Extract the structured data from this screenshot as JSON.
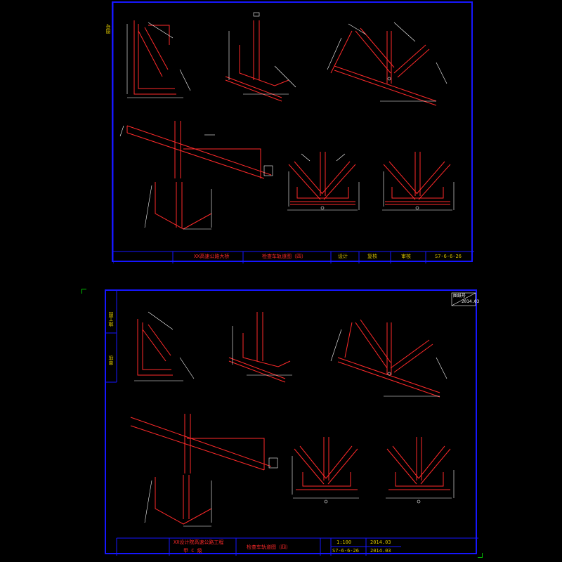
{
  "colors": {
    "border": "#1616ff",
    "steel": "#ff2a2a",
    "dim": "#ffffff",
    "label": "#d6c000",
    "centerline": "#ff2a2a"
  },
  "sheet1": {
    "title_block": {
      "project": "XX高速公路大桥",
      "drawing": "检查车轨道图（四）",
      "f1": "设计",
      "f2": "复核",
      "f3": "审核",
      "drawing_no": "S7-6-6-26"
    }
  },
  "sheet2": {
    "title_block": {
      "company": "XX设计院高速公路工程",
      "cert": "甲  C  级",
      "drawing": "检查车轨道图（四）",
      "scale": "1:100",
      "date1": "2014.03",
      "drawing_no": "S7-6-6-26",
      "date2": "2014.03"
    },
    "stamp": {
      "line1": "图纸号",
      "line2": "2014.03"
    }
  }
}
